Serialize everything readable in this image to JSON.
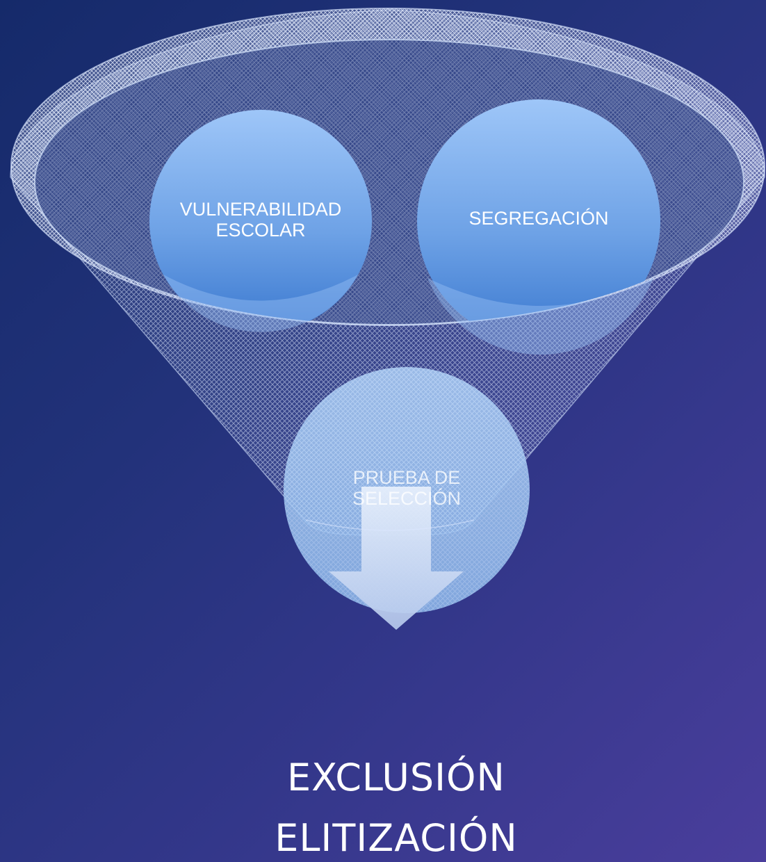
{
  "funnel": {
    "inputs": [
      {
        "lines": [
          "VULNERABILIDAD",
          "ESCOLAR"
        ]
      },
      {
        "lines": [
          "SEGREGACIÓN"
        ]
      }
    ],
    "filter": {
      "lines": [
        "PRUEBA DE",
        "SELECCIÓN"
      ]
    }
  },
  "outputs": [
    "EXCLUSIÓN",
    "ELITIZACIÓN"
  ],
  "colors": {
    "background_start": "#152a6a",
    "background_end": "#4a3e9c",
    "circle_light": "#9cc3f7",
    "circle_dark": "#3b79d0",
    "arrow": "#c5d6f3",
    "text": "#ffffff"
  }
}
